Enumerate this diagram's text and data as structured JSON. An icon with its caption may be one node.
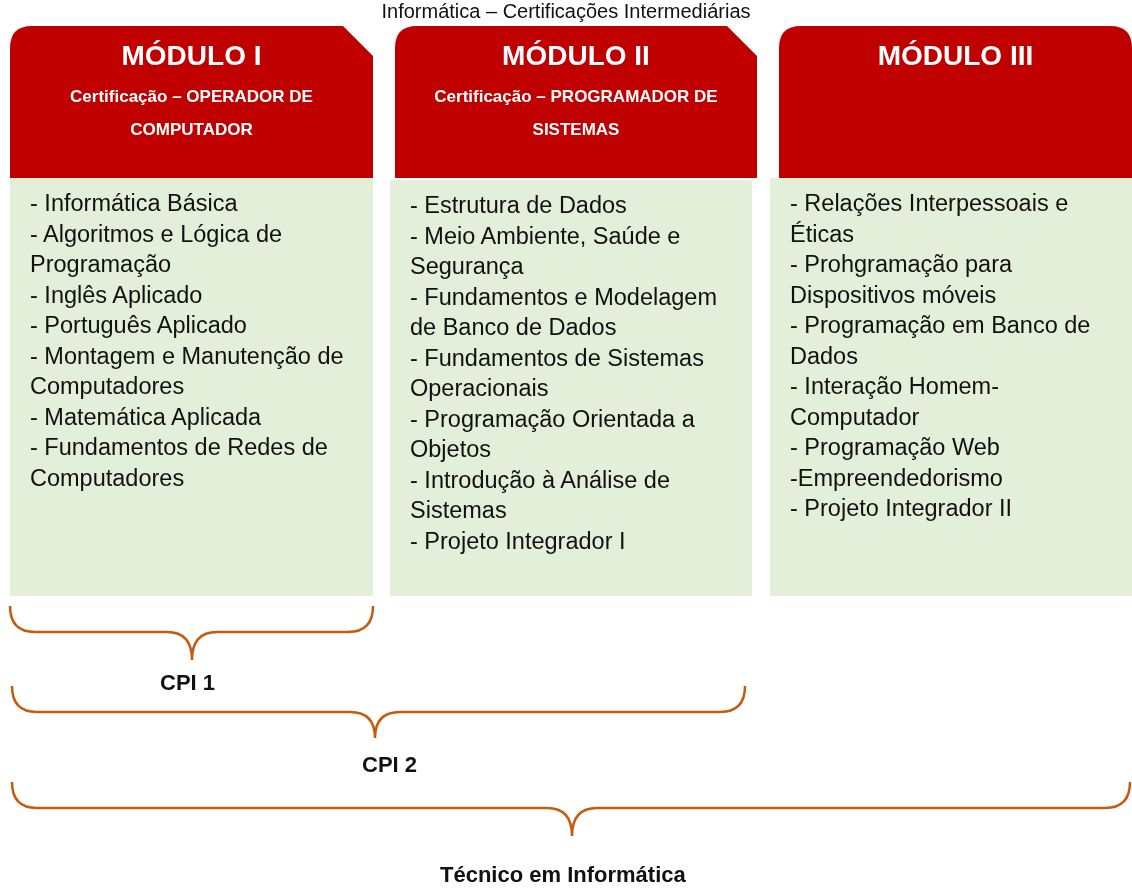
{
  "diagram": {
    "title": "Informática – Certificações Intermediárias",
    "nodes": [
      {
        "text": [
          "MÓDULO I",
          "Certificação – OPERADOR DE COMPUTADOR"
        ]
      },
      {
        "text": [
          "- Informática Básica",
          "- Algoritmos e Lógica de Programação",
          "- Inglês Aplicado",
          "- Português Aplicado",
          "- Montagem e Manutenção de Computadores",
          "- Matemática Aplicada",
          "- Fundamentos de Redes de Computadores"
        ]
      },
      {
        "text": [
          "MÓDULO II",
          "Certificação – PROGRAMADOR DE SISTEMAS"
        ]
      },
      {
        "text": [
          "- Estrutura de Dados",
          "- Meio Ambiente, Saúde e Segurança",
          "- Fundamentos e Modelagem de Banco de Dados",
          "- Fundamentos de Sistemas Operacionais",
          "- Programação Orientada a Objetos",
          "- Introdução à Análise de Sistemas",
          "- Projeto Integrador I"
        ]
      },
      {
        "text": [
          "MÓDULO III"
        ]
      },
      {
        "text": [
          "- Relações Interpessoais e Éticas",
          "- Prohgramação para Dispositivos móveis",
          "- Programação em Banco de Dados",
          "- Interação Homem-Computador",
          "- Programação Web",
          "-Empreendedorismo",
          "- Projeto Integrador II"
        ]
      }
    ],
    "edges": [],
    "labels": [
      "CPI 1",
      "CPI 2",
      "Técnico em Informática"
    ]
  }
}
